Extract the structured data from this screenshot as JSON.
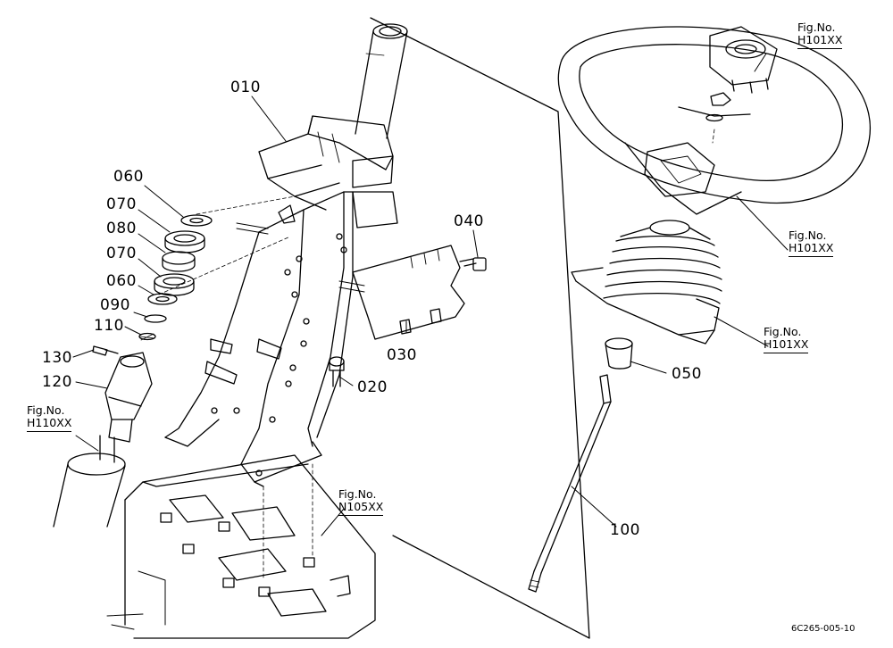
{
  "parts": [
    {
      "id": "p010",
      "label": "010"
    },
    {
      "id": "p060a",
      "label": "060"
    },
    {
      "id": "p070a",
      "label": "070"
    },
    {
      "id": "p080",
      "label": "080"
    },
    {
      "id": "p070b",
      "label": "070"
    },
    {
      "id": "p060b",
      "label": "060"
    },
    {
      "id": "p090",
      "label": "090"
    },
    {
      "id": "p110",
      "label": "110"
    },
    {
      "id": "p130",
      "label": "130"
    },
    {
      "id": "p120",
      "label": "120"
    },
    {
      "id": "p040",
      "label": "040"
    },
    {
      "id": "p030",
      "label": "030"
    },
    {
      "id": "p020",
      "label": "020"
    },
    {
      "id": "p050",
      "label": "050"
    },
    {
      "id": "p100",
      "label": "100"
    }
  ],
  "figure_refs": [
    {
      "id": "wheel-top",
      "prefix": "Fig.No.",
      "ref": "H101XX"
    },
    {
      "id": "wheel-side",
      "prefix": "Fig.No.",
      "ref": "H101XX"
    },
    {
      "id": "boot",
      "prefix": "Fig.No.",
      "ref": "H101XX"
    },
    {
      "id": "shaft-left",
      "prefix": "Fig.No.",
      "ref": "H110XX"
    },
    {
      "id": "frame",
      "prefix": "Fig.No.",
      "ref": "N105XX"
    }
  ],
  "drawing_code": "6C265-005-10"
}
